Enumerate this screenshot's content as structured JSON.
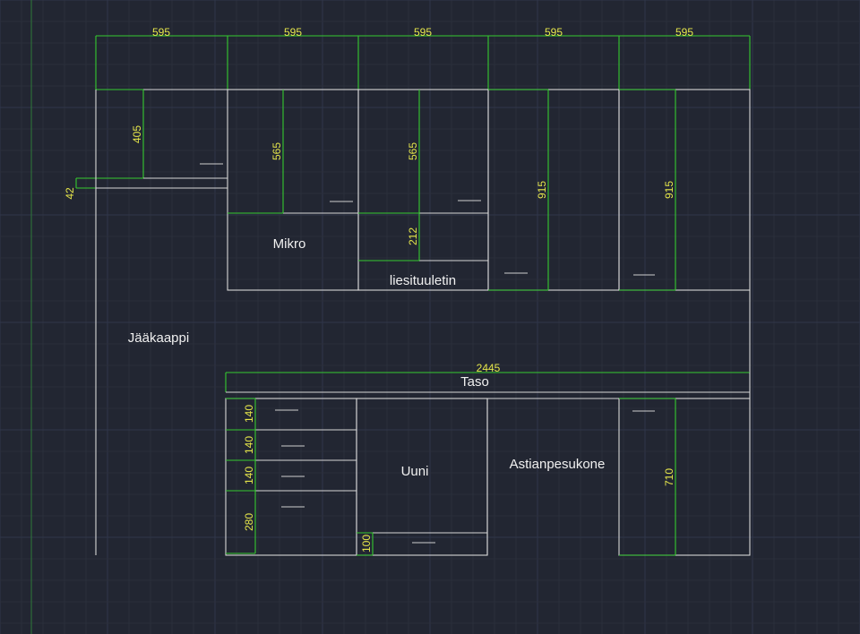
{
  "labels": {
    "mikro": "Mikro",
    "liesituuletin": "liesituuletin",
    "jaakaappi": "Jääkaappi",
    "taso": "Taso",
    "uuni": "Uuni",
    "astianpesukone": "Astianpesukone"
  },
  "dimensions": {
    "top_widths": [
      "595",
      "595",
      "595",
      "595",
      "595"
    ],
    "d405": "405",
    "d42": "42",
    "d565_micro": "565",
    "d565_hood": "565",
    "d212": "212",
    "d915_a": "915",
    "d915_b": "915",
    "d2445": "2445",
    "d140_a": "140",
    "d140_b": "140",
    "d140_c": "140",
    "d280": "280",
    "d100": "100",
    "d710": "710"
  },
  "colors": {
    "background": "#222632",
    "outline": "#d7d7d7",
    "dimension_line": "#35c930",
    "dimension_text": "#e6e64a",
    "label_text": "#f0f0f0"
  }
}
